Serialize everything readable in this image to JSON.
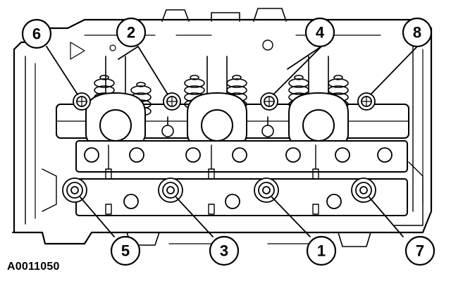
{
  "figure_id": "A0011050",
  "callouts": [
    {
      "label": "6"
    },
    {
      "label": "2"
    },
    {
      "label": "4"
    },
    {
      "label": "8"
    },
    {
      "label": "5"
    },
    {
      "label": "3"
    },
    {
      "label": "1"
    },
    {
      "label": "7"
    }
  ],
  "colors": {
    "line": "#000000",
    "background": "#ffffff"
  }
}
